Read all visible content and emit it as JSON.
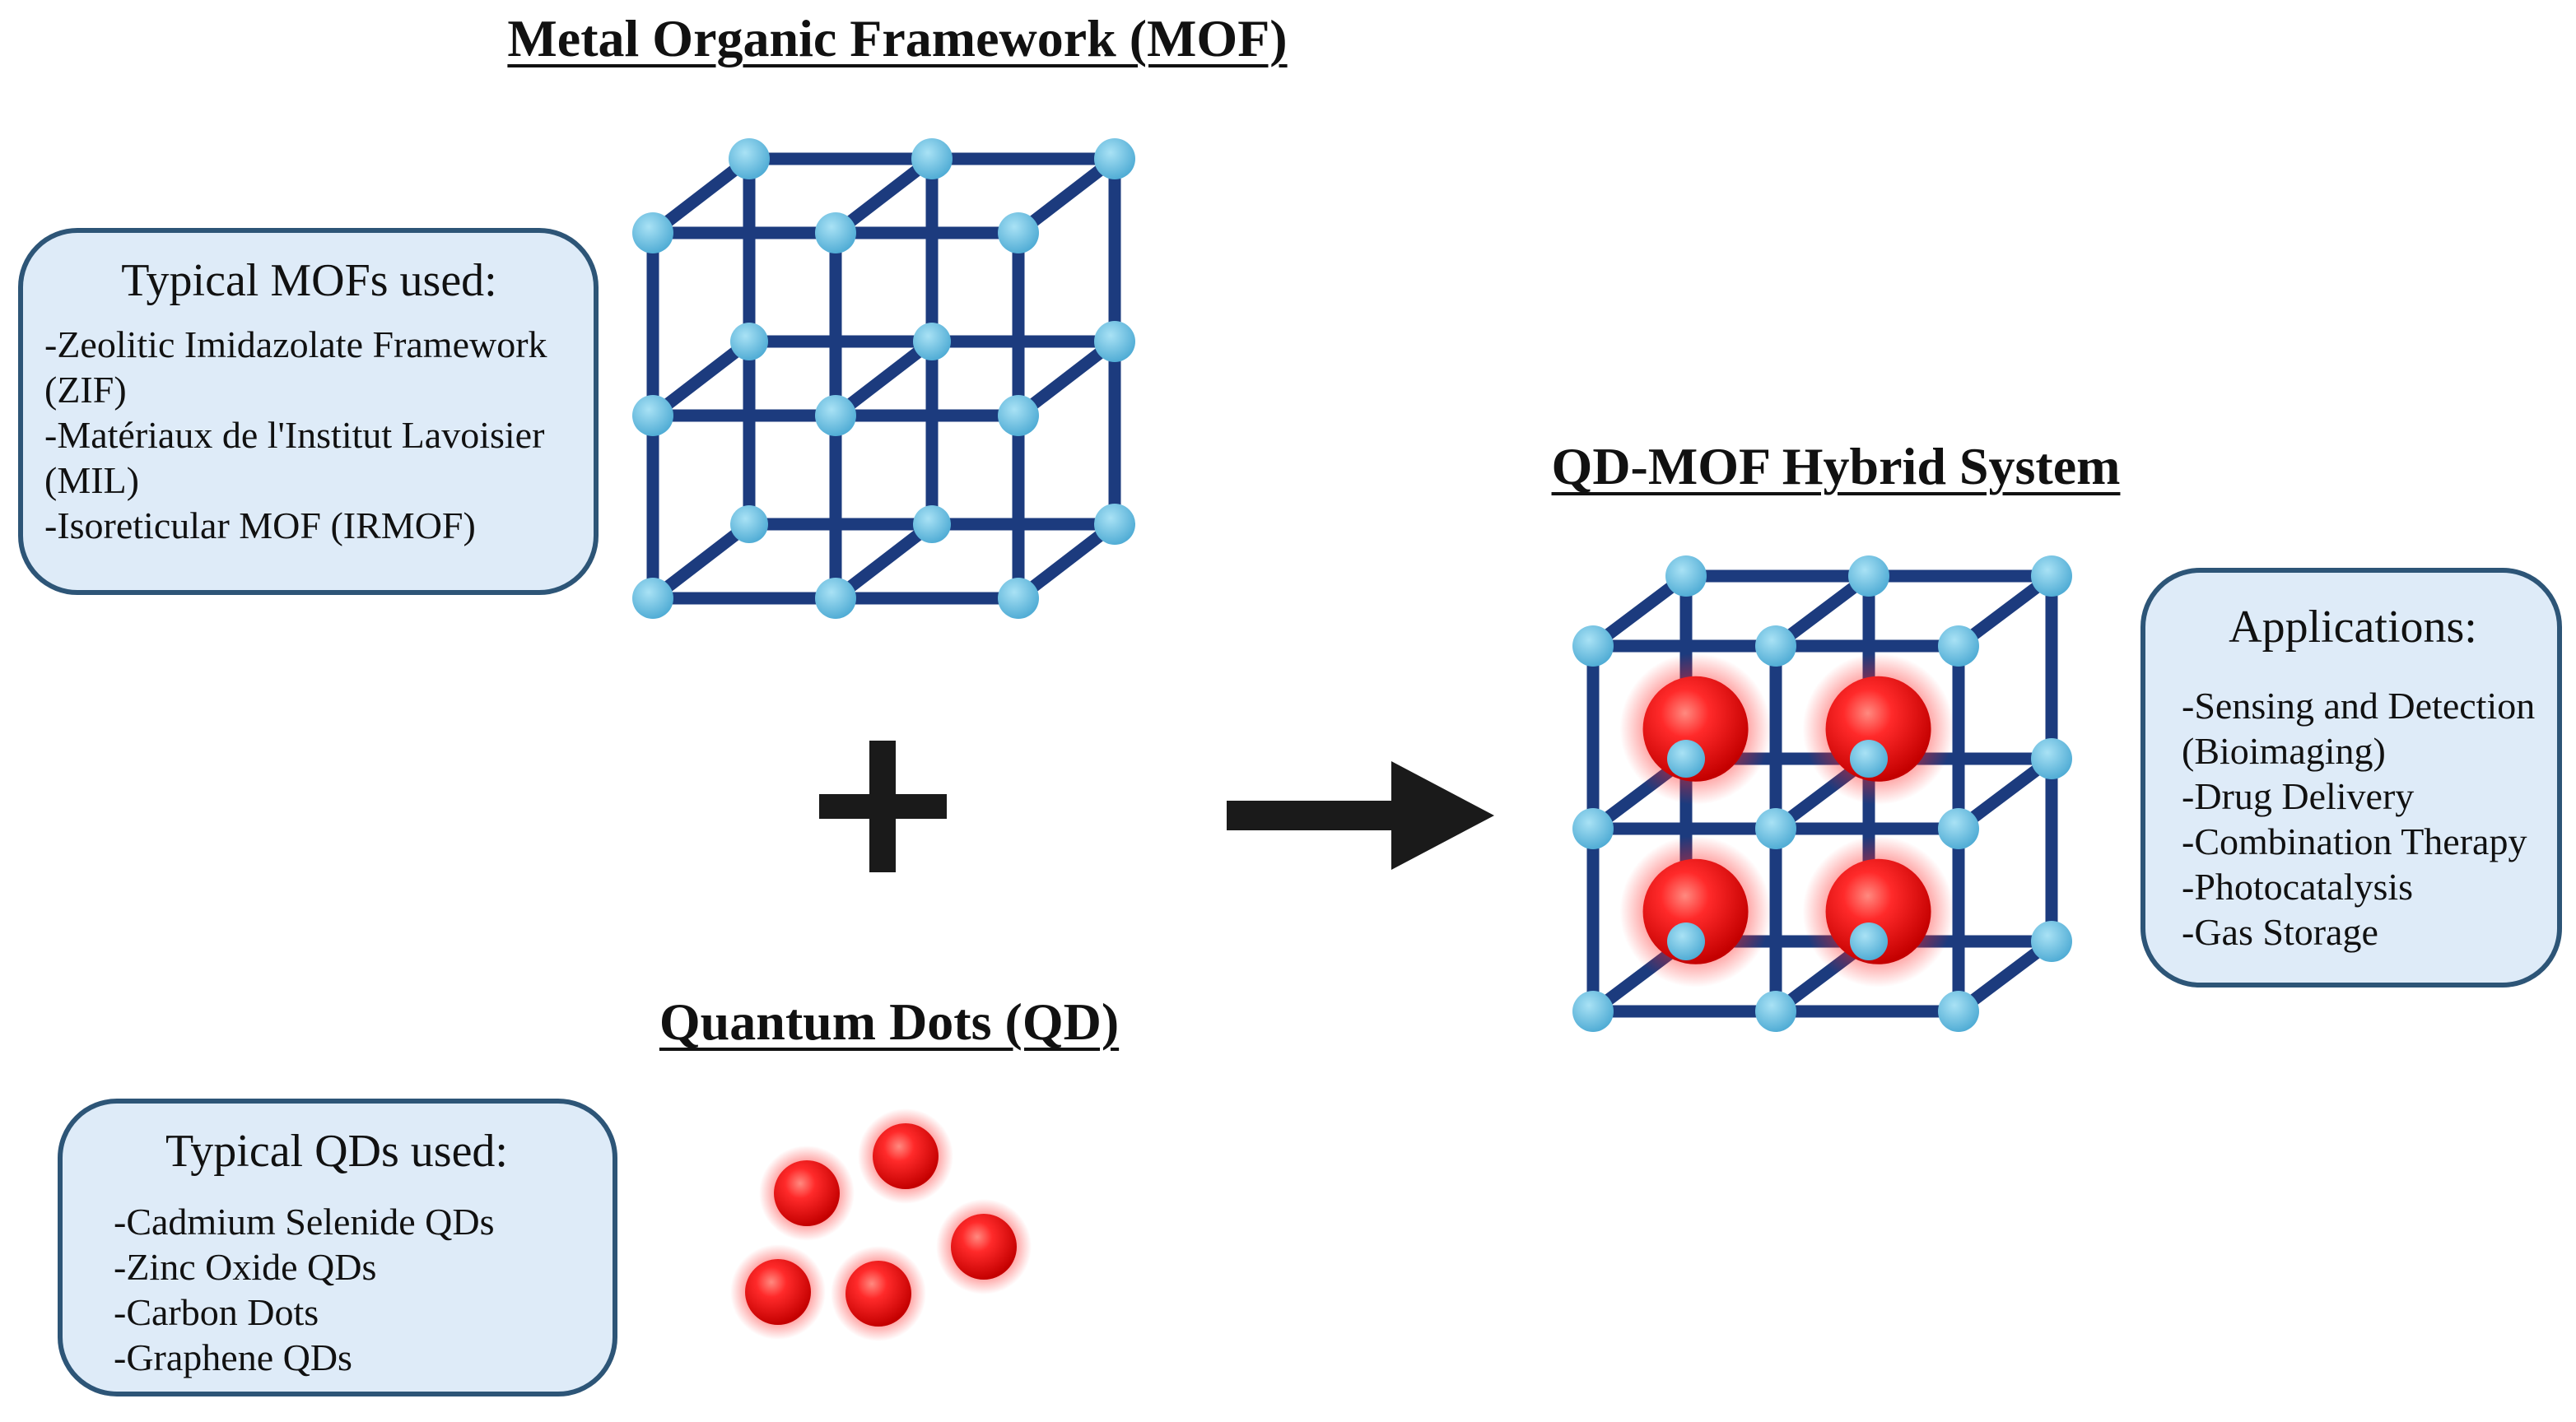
{
  "mof": {
    "title": "Metal Organic Framework (MOF)",
    "box_heading": "Typical MOFs used:",
    "items": [
      "-Zeolitic Imidazolate Framework",
      "(ZIF)",
      "-Matériaux de l'Institut Lavoisier",
      "(MIL)",
      "-Isoreticular MOF (IRMOF)"
    ]
  },
  "qd": {
    "title": "Quantum Dots (QD)",
    "box_heading": "Typical QDs used:",
    "items": [
      "-Cadmium Selenide QDs",
      "-Zinc Oxide QDs",
      "-Carbon Dots",
      "-Graphene QDs"
    ]
  },
  "hybrid": {
    "title": "QD-MOF Hybrid System",
    "box_heading": "Applications:",
    "items": [
      "-Sensing and Detection",
      "(Bioimaging)",
      "-Drug Delivery",
      "-Combination Therapy",
      "-Photocatalysis",
      "-Gas Storage"
    ]
  },
  "colors": {
    "framework": "#1c3b7e",
    "node": "#6ec3e4",
    "quantum_dot": "#ee1d1d",
    "box_fill": "#deebf8",
    "box_border": "#2d5577",
    "symbol": "#1a1a1a"
  }
}
